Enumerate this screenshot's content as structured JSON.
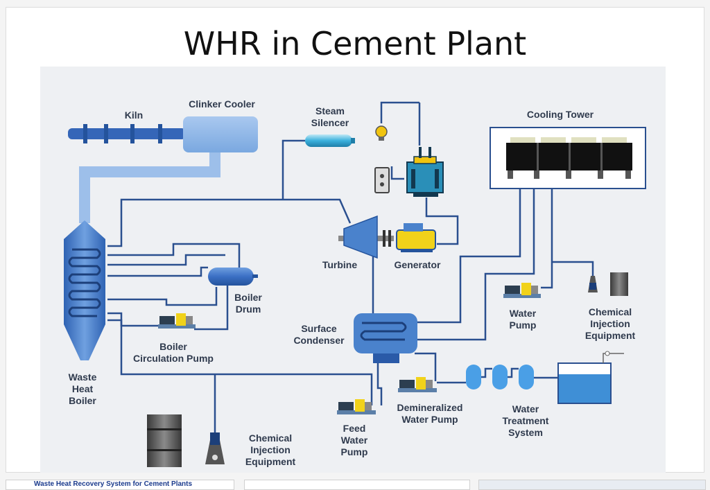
{
  "slide": {
    "title": "WHR in Cement Plant"
  },
  "diagram": {
    "labels": {
      "kiln": "Kiln",
      "clinker_cooler": "Clinker Cooler",
      "steam_silencer": "Steam\nSilencer",
      "cooling_tower": "Cooling Tower",
      "turbine": "Turbine",
      "generator": "Generator",
      "boiler_drum": "Boiler\nDrum",
      "boiler_circulation_pump": "Boiler\nCirculation Pump",
      "waste_heat_boiler": "Waste\nHeat\nBoiler",
      "surface_condenser": "Surface\nCondenser",
      "water_pump": "Water\nPump",
      "chemical_injection_right": "Chemical\nInjection\nEquipment",
      "chemical_injection_bottom": "Chemical\nInjection\nEquipment",
      "feed_water_pump": "Feed\nWater\nPump",
      "demineralized_water_pump": "Demineralized\nWater Pump",
      "water_treatment_system": "Water\nTreatment\nSystem"
    },
    "colors": {
      "pipe": "#2a4f8f",
      "equipment": "#4a82cc",
      "equipment_light": "#8fb6e6",
      "label": "#2f3a4d",
      "tank_water": "#3f8fd6"
    }
  },
  "thumbnails": {
    "first_label": "Waste Heat Recovery System for Cement Plants"
  }
}
